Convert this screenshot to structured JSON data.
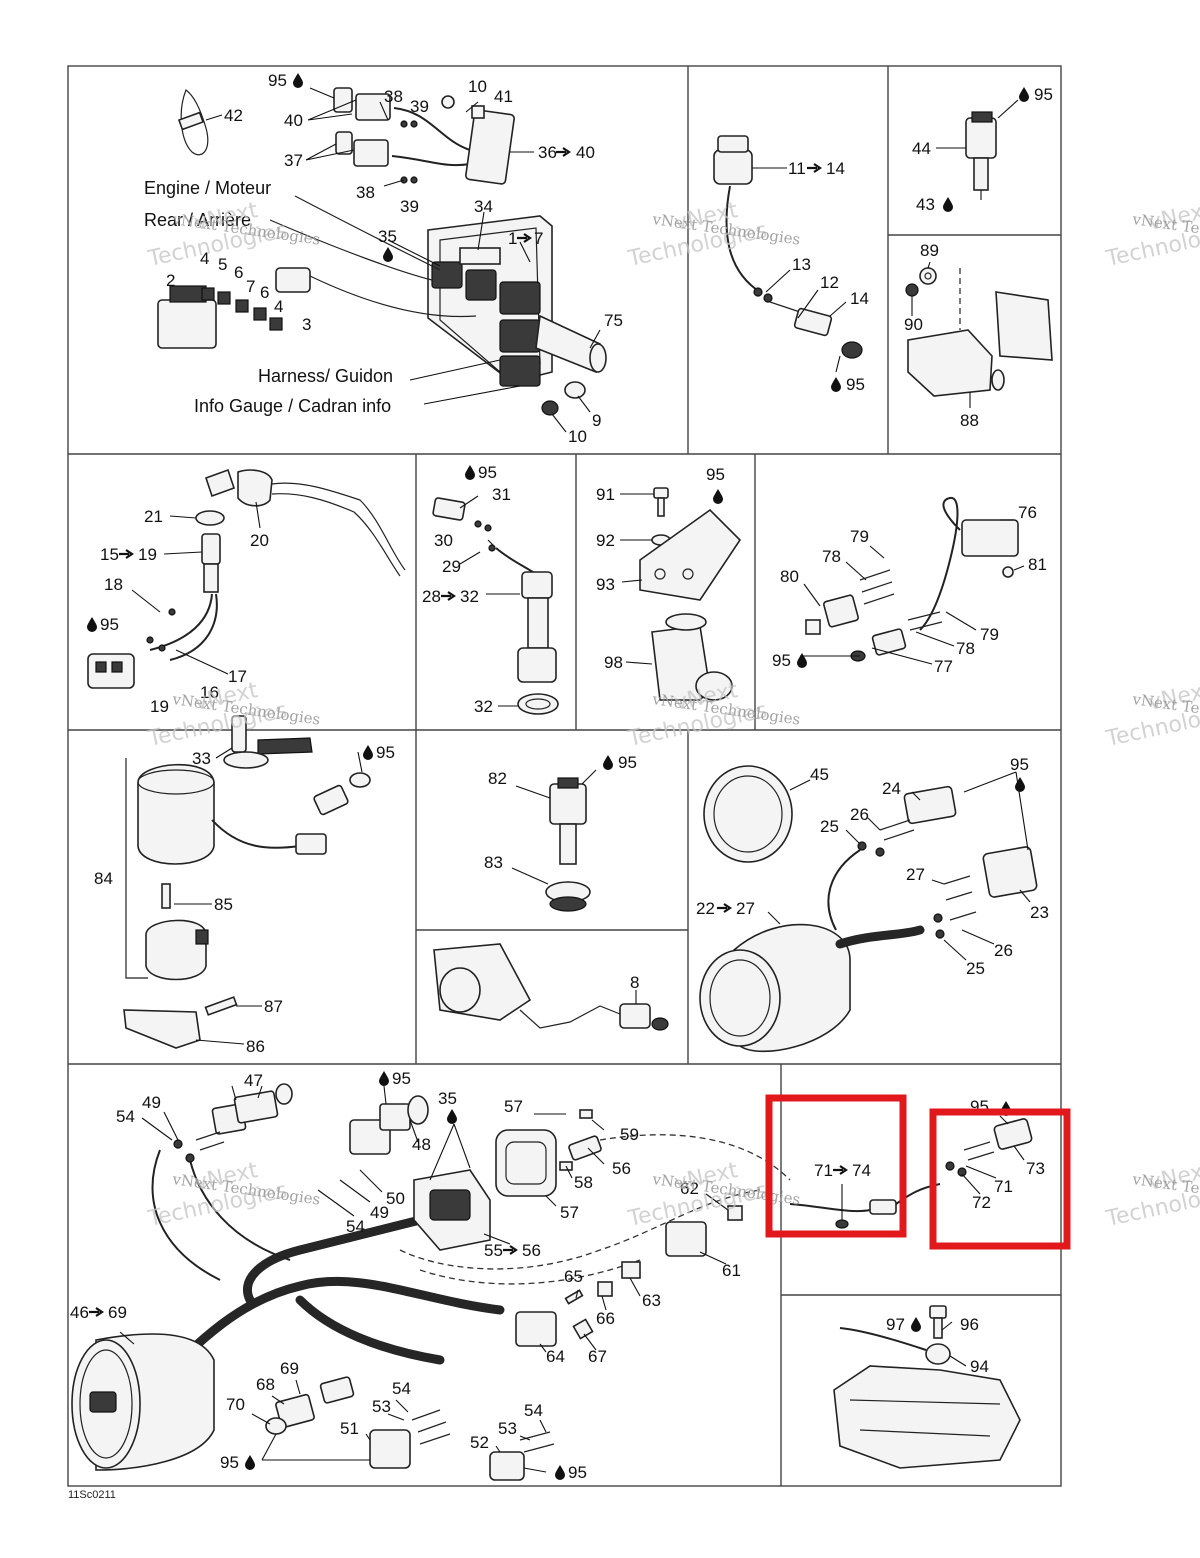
{
  "labels": {
    "l42": "42",
    "l95a": "95",
    "l38a": "38",
    "l39a": "39",
    "l10a": "10",
    "l41": "41",
    "l40a": "40",
    "l36": "36",
    "l40b": "40",
    "l37": "37",
    "l38b": "38",
    "l39b": "39",
    "l34": "34",
    "l35a": "35",
    "l1": "1",
    "l7": "7",
    "l2": "2",
    "l4a": "4",
    "l5": "5",
    "l6a": "6",
    "l7b": "7",
    "l6b": "6",
    "l4b": "4",
    "l3": "3",
    "l75": "75",
    "l9": "9",
    "l10b": "10",
    "l11": "11",
    "l14a": "14",
    "l13": "13",
    "l12": "12",
    "l14b": "14",
    "l95b": "95",
    "l95c": "95",
    "l44": "44",
    "l43": "43",
    "l89": "89",
    "l90": "90",
    "l88": "88",
    "l21": "21",
    "l20": "20",
    "l15": "15",
    "l19a": "19",
    "l18": "18",
    "l95d": "95",
    "l17": "17",
    "l19b": "19",
    "l16": "16",
    "l95e": "95",
    "l31": "31",
    "l30": "30",
    "l29": "29",
    "l28": "28",
    "l32a": "32",
    "l32b": "32",
    "l91": "91",
    "l95f": "95",
    "l92": "92",
    "l93": "93",
    "l98": "98",
    "l76": "76",
    "l79a": "79",
    "l78a": "78",
    "l81": "81",
    "l80": "80",
    "l79b": "79",
    "l78b": "78",
    "l77": "77",
    "l95g": "95",
    "l33": "33",
    "l95h": "95",
    "l84": "84",
    "l85": "85",
    "l87": "87",
    "l86": "86",
    "l82": "82",
    "l95i": "95",
    "l83": "83",
    "l8": "8",
    "l45": "45",
    "l24": "24",
    "l95j": "95",
    "l26a": "26",
    "l25a": "25",
    "l27": "27",
    "l23": "23",
    "l22": "22",
    "l27b": "27",
    "l26b": "26",
    "l25b": "25",
    "l47": "47",
    "l95k": "95",
    "l49a": "49",
    "l54a": "54",
    "l35b": "35",
    "l48": "48",
    "l50": "50",
    "l49b": "49",
    "l54b": "54",
    "l55": "55",
    "l56a": "56",
    "l57a": "57",
    "l59": "59",
    "l56b": "56",
    "l58": "58",
    "l57b": "57",
    "l62": "62",
    "l61": "61",
    "l65": "65",
    "l66": "66",
    "l63": "63",
    "l64": "64",
    "l67": "67",
    "l46": "46",
    "l69a": "69",
    "l69b": "69",
    "l68": "68",
    "l70": "70",
    "l95l": "95",
    "l54c": "54",
    "l53a": "53",
    "l51": "51",
    "l53b": "53",
    "l54d": "54",
    "l52": "52",
    "l95m": "95",
    "l71a": "71",
    "l74": "74",
    "l95n": "95",
    "l73": "73",
    "l71b": "71",
    "l72": "72",
    "l97": "97",
    "l96": "96",
    "l94": "94"
  },
  "callouts": {
    "engine": "Engine / Moteur",
    "rear": "Rear / Arrière",
    "harness": "Harness/ Guidon",
    "info_gauge": "Info Gauge / Cadran info"
  },
  "watermark": {
    "line1": "vNext",
    "line2": "Technologies",
    "small": "vNext Technologies"
  },
  "figure_code": "11Sc0211",
  "colors": {
    "highlight": "#e1191d",
    "ink": "#111111",
    "paper": "#ffffff"
  },
  "icons": {
    "drop": "lubricant-drop-icon",
    "arrow": "range-arrow-icon"
  }
}
